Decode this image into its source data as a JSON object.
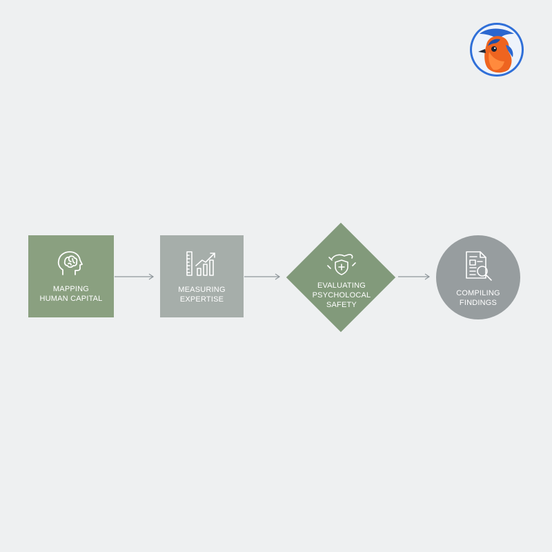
{
  "steps": [
    {
      "label": "MAPPING\nHUMAN CAPITAL",
      "icon": "brain-head-icon",
      "shape": "square",
      "color": "#8aa080"
    },
    {
      "label": "MEASURING\nEXPERTISE",
      "icon": "ruler-chart-icon",
      "shape": "square",
      "color": "#a6aeaa"
    },
    {
      "label": "EVALUATING\nPSYCHOLOCAL\nSAFETY",
      "icon": "shield-hands-icon",
      "shape": "diamond",
      "color": "#829a7b"
    },
    {
      "label": "COMPILING\nFINDINGS",
      "icon": "document-magnifier-icon",
      "shape": "circle",
      "color": "#979d9f"
    }
  ],
  "colors": {
    "background": "#eef0f1",
    "connector": "#8f979b"
  },
  "logo": {
    "icon": "bird-logo-icon"
  }
}
